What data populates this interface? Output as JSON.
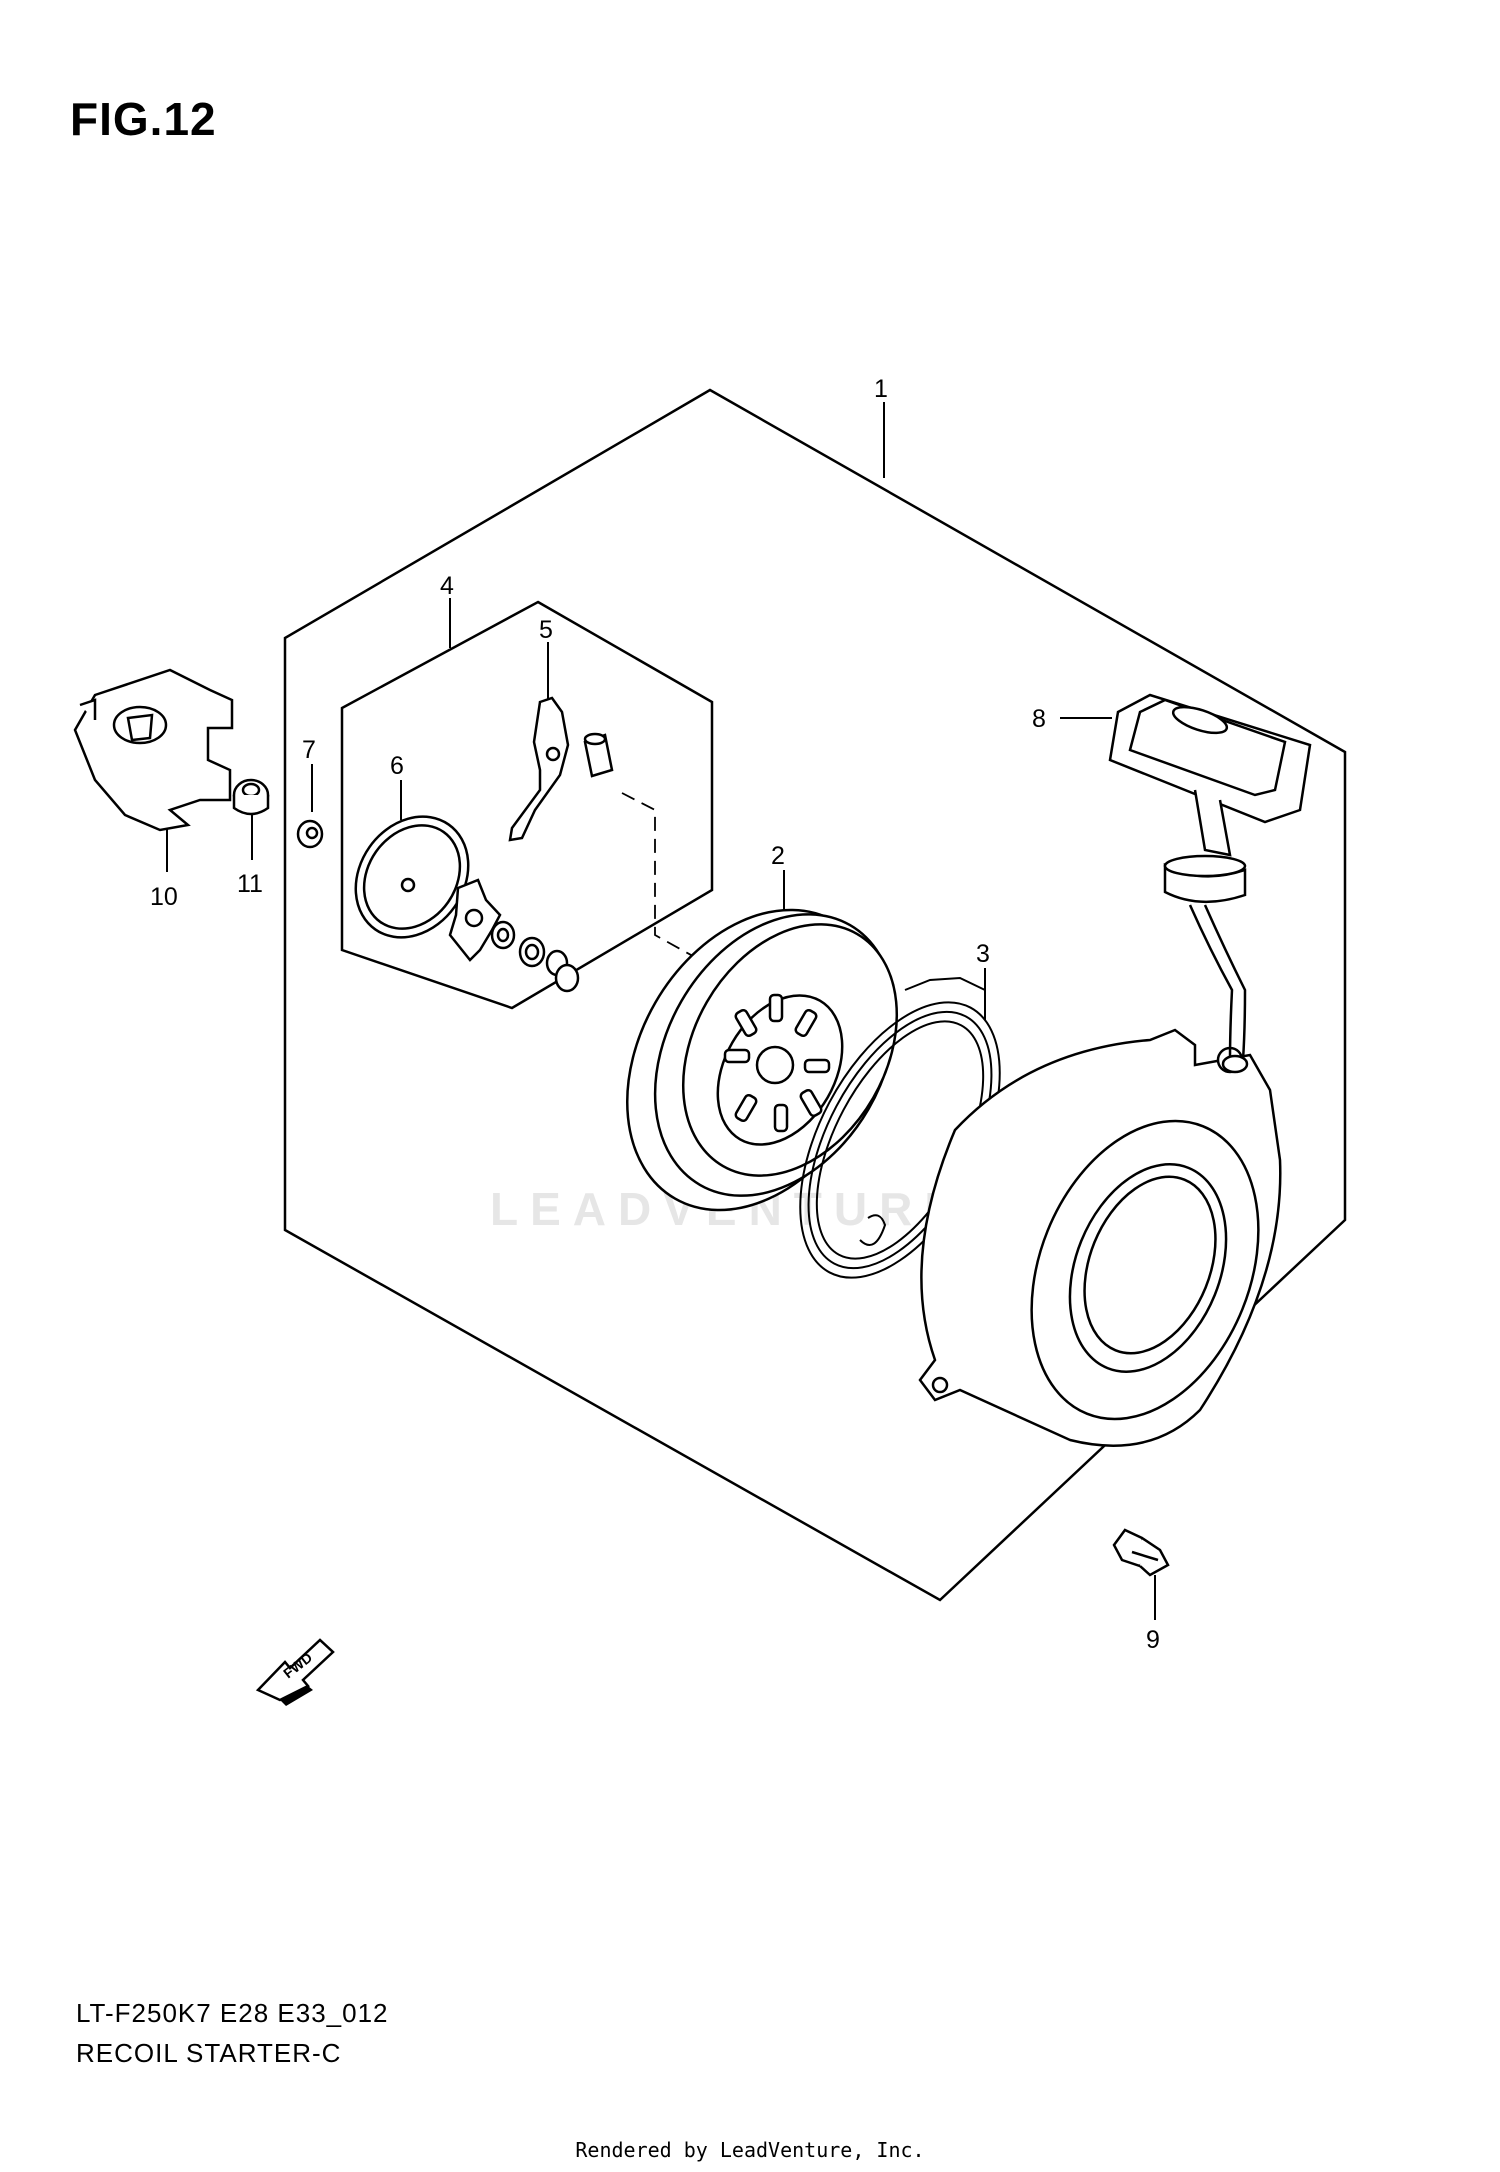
{
  "figure": {
    "title": "FIG.12"
  },
  "watermark": "LEADVENTURE",
  "callouts": [
    {
      "id": "1",
      "label": "1"
    },
    {
      "id": "2",
      "label": "2"
    },
    {
      "id": "3",
      "label": "3"
    },
    {
      "id": "4",
      "label": "4"
    },
    {
      "id": "5",
      "label": "5"
    },
    {
      "id": "6",
      "label": "6"
    },
    {
      "id": "7",
      "label": "7"
    },
    {
      "id": "8",
      "label": "8"
    },
    {
      "id": "9",
      "label": "9"
    },
    {
      "id": "10",
      "label": "10"
    },
    {
      "id": "11",
      "label": "11"
    }
  ],
  "direction_marker": {
    "text": "FWD"
  },
  "model": {
    "code": "LT-F250K7  E28  E33_012",
    "name": "RECOIL STARTER-C"
  },
  "footer": {
    "text": "Rendered by LeadVenture, Inc."
  }
}
